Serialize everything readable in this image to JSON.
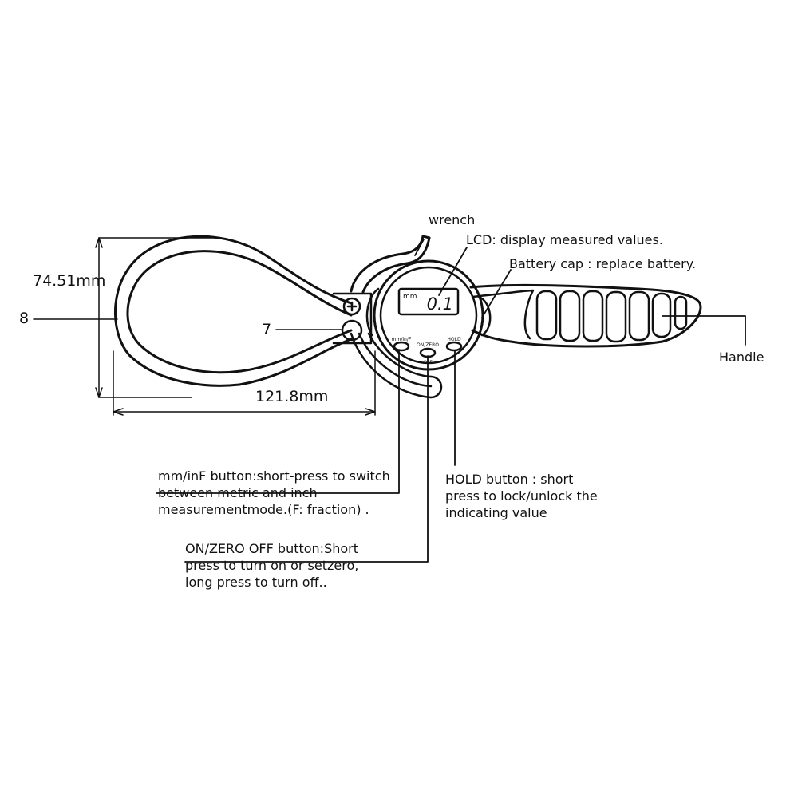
{
  "dimensions": {
    "height_label": "74.51mm",
    "length_label": "121.8mm",
    "part_8": "8",
    "part_7": "7"
  },
  "callouts": {
    "wrench": "wrench",
    "lcd": "LCD: display measured values.",
    "battery_cap": "Battery cap : replace battery.",
    "handle": "Handle",
    "mm_inf_button": [
      "mm/inF button:short-press to switch",
      "between metric and inch",
      "measurementmode.(F: fraction) ."
    ],
    "hold_button": [
      "HOLD button : short",
      "press to lock/unlock the",
      "indicating value"
    ],
    "on_zero_button": [
      "ON/ZERO OFF button:Short",
      "press to turn on or setzero,",
      "long press to turn off.."
    ]
  },
  "gauge": {
    "display_unit": "mm",
    "display_value": "0.1",
    "button_left_label": "mm/in/F",
    "button_middle_label": "ON/ZERO",
    "button_middle_sublabel": "OFF",
    "button_right_label": "HOLD"
  }
}
